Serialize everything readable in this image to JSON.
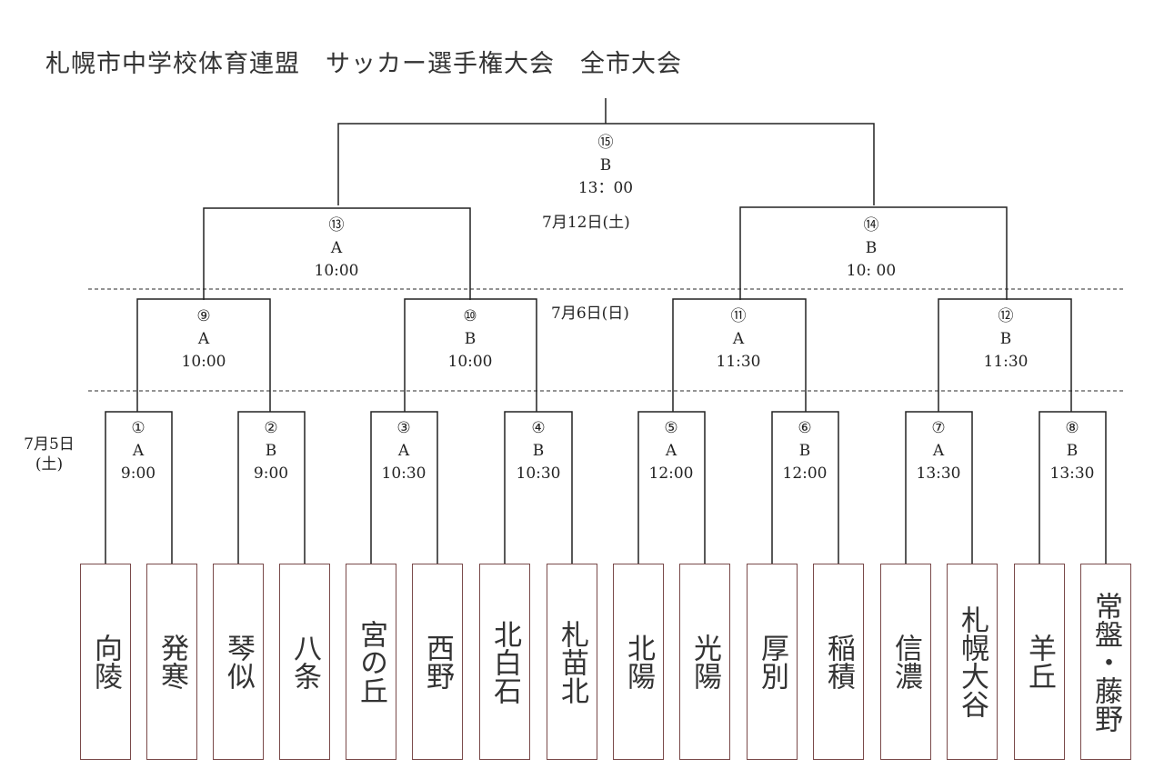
{
  "title": "札幌市中学校体育連盟　サッカー選手権大会　全市大会",
  "dates": {
    "round1": "7月5日",
    "round1_day": "(土)",
    "round2": "7月6日(日)",
    "final": "7月12日(土)"
  },
  "teams": [
    "向陵",
    "発寒",
    "琴似",
    "八条",
    "宮の丘",
    "西野",
    "北白石",
    "札苗北",
    "北陽",
    "光陽",
    "厚別",
    "稲積",
    "信濃",
    "札幌大谷",
    "羊丘",
    "常盤・藤野"
  ],
  "matches": [
    {
      "no": "①",
      "court": "A",
      "time": "9:00"
    },
    {
      "no": "②",
      "court": "B",
      "time": "9:00"
    },
    {
      "no": "③",
      "court": "A",
      "time": "10:30"
    },
    {
      "no": "④",
      "court": "B",
      "time": "10:30"
    },
    {
      "no": "⑤",
      "court": "A",
      "time": "12:00"
    },
    {
      "no": "⑥",
      "court": "B",
      "time": "12:00"
    },
    {
      "no": "⑦",
      "court": "A",
      "time": "13:30"
    },
    {
      "no": "⑧",
      "court": "B",
      "time": "13:30"
    },
    {
      "no": "⑨",
      "court": "A",
      "time": "10:00"
    },
    {
      "no": "⑩",
      "court": "B",
      "time": "10:00"
    },
    {
      "no": "⑪",
      "court": "A",
      "time": "11:30"
    },
    {
      "no": "⑫",
      "court": "B",
      "time": "11:30"
    },
    {
      "no": "⑬",
      "court": "A",
      "time": "10:00"
    },
    {
      "no": "⑭",
      "court": "B",
      "time": "10: 00"
    },
    {
      "no": "⑮",
      "court": "B",
      "time": "13：00"
    }
  ]
}
